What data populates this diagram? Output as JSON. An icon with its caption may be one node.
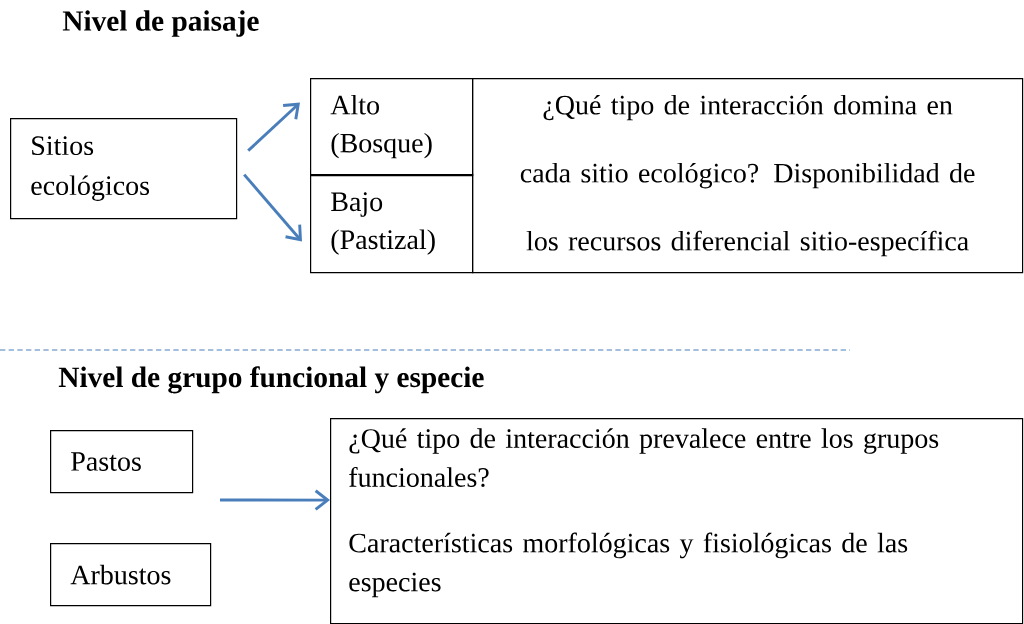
{
  "diagram": {
    "nodes": [
      {
        "text": [
          "Sitios ecológicos"
        ]
      },
      {
        "text": [
          "Alto (Bosque)"
        ]
      },
      {
        "text": [
          "Bajo (Pastizal)"
        ]
      },
      {
        "text": [
          "¿Qué tipo de interacción domina en cada sitio ecológico? Disponibilidad de los recursos diferencial sitio-específica"
        ]
      },
      {
        "text": [
          "Pastos"
        ]
      },
      {
        "text": [
          "Arbustos"
        ]
      },
      {
        "text": [
          "¿Qué tipo de interacción prevalece entre los grupos funcionales?",
          "Características morfológicas y fisiológicas de las especies"
        ]
      }
    ],
    "edges": [
      {
        "from": 0,
        "to": 1,
        "arrow": "to"
      },
      {
        "from": 0,
        "to": 2,
        "arrow": "to"
      },
      {
        "from": null,
        "to": 6,
        "arrow": "to"
      }
    ],
    "labels": [
      "Nivel de paisaje",
      "Nivel de grupo funcional y especie"
    ]
  }
}
